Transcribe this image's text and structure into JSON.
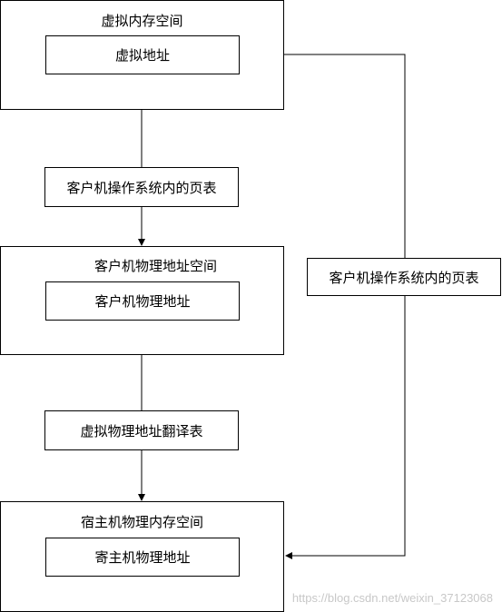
{
  "diagram": {
    "virtual_space": {
      "title": "虚拟内存空间",
      "inner": "虚拟地址"
    },
    "guest_page_table_center": "客户机操作系统内的页表",
    "guest_physical_space": {
      "title": "客户机物理地址空间",
      "inner": "客户机物理地址"
    },
    "translation_table": "虚拟物理地址翻译表",
    "host_space": {
      "title": "宿主机物理内存空间",
      "inner": "寄主机物理地址"
    },
    "guest_page_table_side": "客户机操作系统内的页表"
  },
  "watermark": "https://blog.csdn.net/weixin_37123068"
}
